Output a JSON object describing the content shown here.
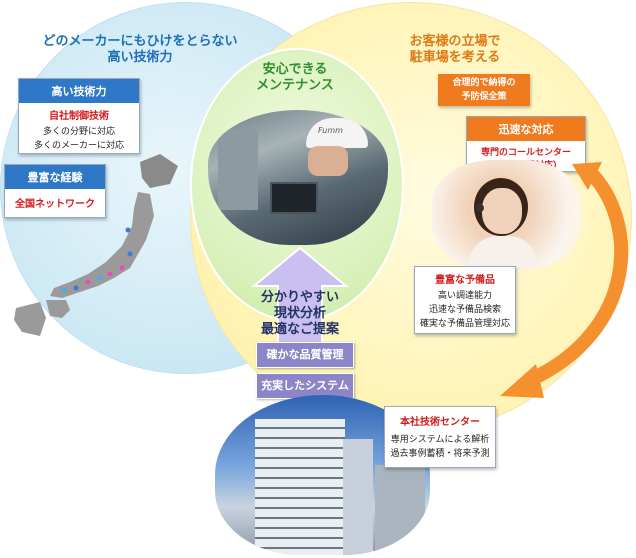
{
  "left": {
    "title_line1": "どのメーカーにもひけをとらない",
    "title_line2": "高い技術力",
    "tech_box": {
      "header": "高い技術力",
      "label": "自社制御技術",
      "lines": [
        "多くの分野に対応",
        "多くのメーカーに対応"
      ]
    },
    "experience_box": {
      "header": "豊富な経験",
      "label": "全国ネットワーク"
    }
  },
  "center": {
    "title_line1": "安心できる",
    "title_line2": "メンテナンス",
    "arrow_lines": [
      "分かりやすい",
      "現状分析",
      "最適なご提案"
    ],
    "pills": [
      "確かな品質管理",
      "充実したシステム"
    ]
  },
  "right": {
    "title_line1": "お客様の立場で",
    "title_line2": "駐車場を考える",
    "preventive_box": {
      "line1": "合理的で納得の",
      "line2": "予防保全策"
    },
    "response_box": {
      "header": "迅速な対応",
      "label_line1": "専門のコールセンター",
      "label_line2": "（２４時間対応）"
    },
    "parts_box": {
      "label": "豊富な予備品",
      "lines": [
        "高い調達能力",
        "迅速な予備品検索",
        "確実な予備品管理対応"
      ]
    }
  },
  "hq_box": {
    "label": "本社技術センター",
    "lines": [
      "専用システムによる解析",
      "過去事例蓄積・将来予測"
    ]
  },
  "helmet_text": "Fumm",
  "colors": {
    "blue_accent": "#2f78c8",
    "orange_accent": "#f07a1e",
    "red_label": "#d21c1c",
    "pill_purple": "#8c86c8"
  }
}
